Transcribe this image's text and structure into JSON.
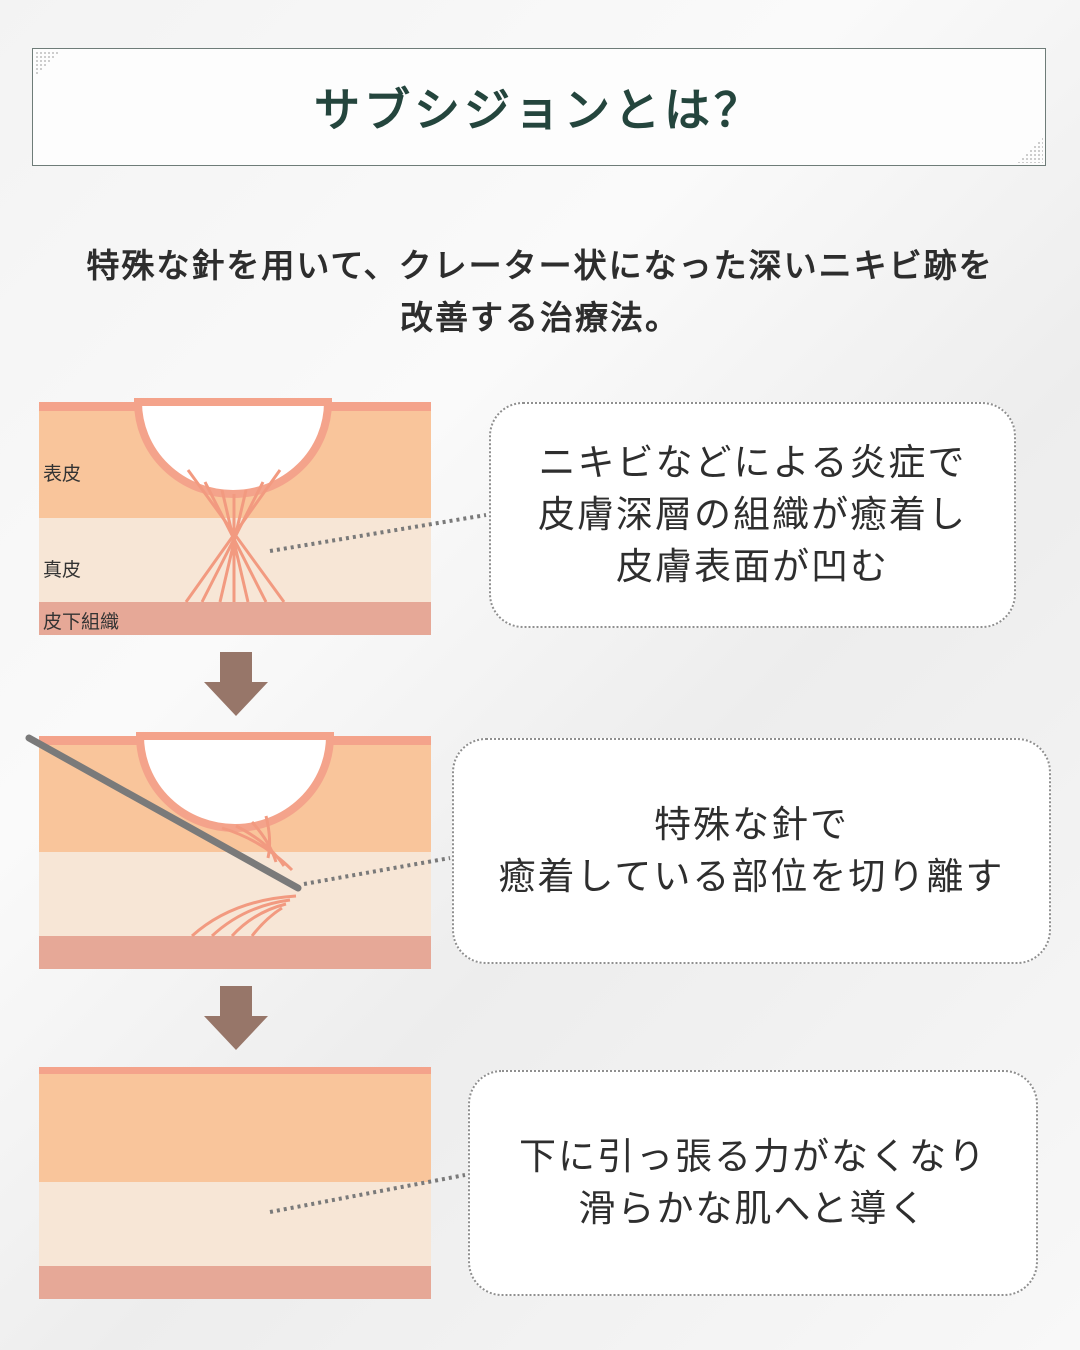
{
  "title": "サブシジョンとは？",
  "intro": {
    "line1": "特殊な針を用いて、クレーター状になった深いニキビ跡を",
    "line2": "改善する治療法。"
  },
  "layer_labels": {
    "epidermis": "表皮",
    "dermis": "真皮",
    "subcutaneous": "皮下組織"
  },
  "steps": [
    {
      "lines": [
        "ニキビなどによる炎症で",
        "皮膚深層の組織が癒着し",
        "皮膚表面が凹む"
      ]
    },
    {
      "lines": [
        "特殊な針で",
        "癒着している部位を切り離す"
      ]
    },
    {
      "lines": [
        "下に引っ張る力がなくなり",
        "滑らかな肌へと導く"
      ]
    }
  ],
  "colors": {
    "title_text": "#24453d",
    "epidermis": "#f9c59b",
    "dermis": "#f7e6d6",
    "subcutaneous": "#e6a897",
    "surface_line": "#f4a38b",
    "fiber": "#f29a80",
    "arrow": "#977669",
    "needle": "#7a7a7a"
  }
}
